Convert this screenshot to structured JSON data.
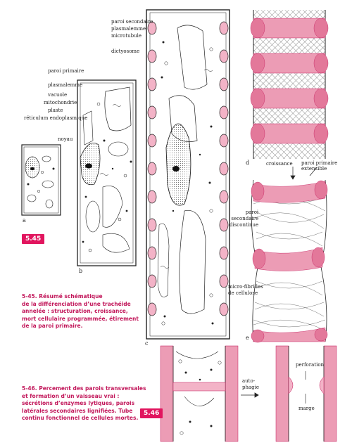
{
  "labels_c": {
    "paroi_secondaire": "paroi secondaire",
    "plasmalemme": "plasmalemme",
    "microtubule": "microtubule",
    "dictyosome": "dictyosome"
  },
  "labels_b": {
    "paroi_primaire": "paroi primaire",
    "plasmalemme": "plasmalemme",
    "vacuole": "vacuole",
    "mitochondrie": "mitochondrie",
    "plaste": "plaste",
    "reticulum": "réticulum endoplasmique",
    "noyau": "noyau"
  },
  "labels_d": {
    "croissance": "croissance",
    "paroi_primaire_extensible": "paroi primaire\nextensible"
  },
  "labels_e": {
    "paroi_secondaire_discontinue": "paroi\nsecondaire\ndiscontinue",
    "microfibrilles": "micro-fibrilles\nde cellulose"
  },
  "labels_f": {
    "autophagie": "auto-\nphagie",
    "perforation": "perforation",
    "marge": "marge"
  },
  "panel_letters": {
    "a": "a",
    "b": "b",
    "c": "c",
    "d": "d",
    "e": "e"
  },
  "badges": {
    "s45": "5.45",
    "s46": "5.46"
  },
  "captions": {
    "c545": "5-45. Résumé schématique\nde la différenciation d’une trachéide\nannelée : structuration, croissance,\nmort cellulaire programmée, étirement\nde la paroi primaire.",
    "c546": "5-46. Percement des parois transversales\net formation d’un vaisseau vrai :\nsécrétions d’enzymes lytiques, parois\nlatérales secondaires lignifiées. Tube\ncontinu fonctionnel de cellules mortes."
  },
  "colors": {
    "pink": "#e3789a",
    "pink_light": "#f4c0d0",
    "magenta": "#e1155e",
    "ink": "#222222"
  }
}
